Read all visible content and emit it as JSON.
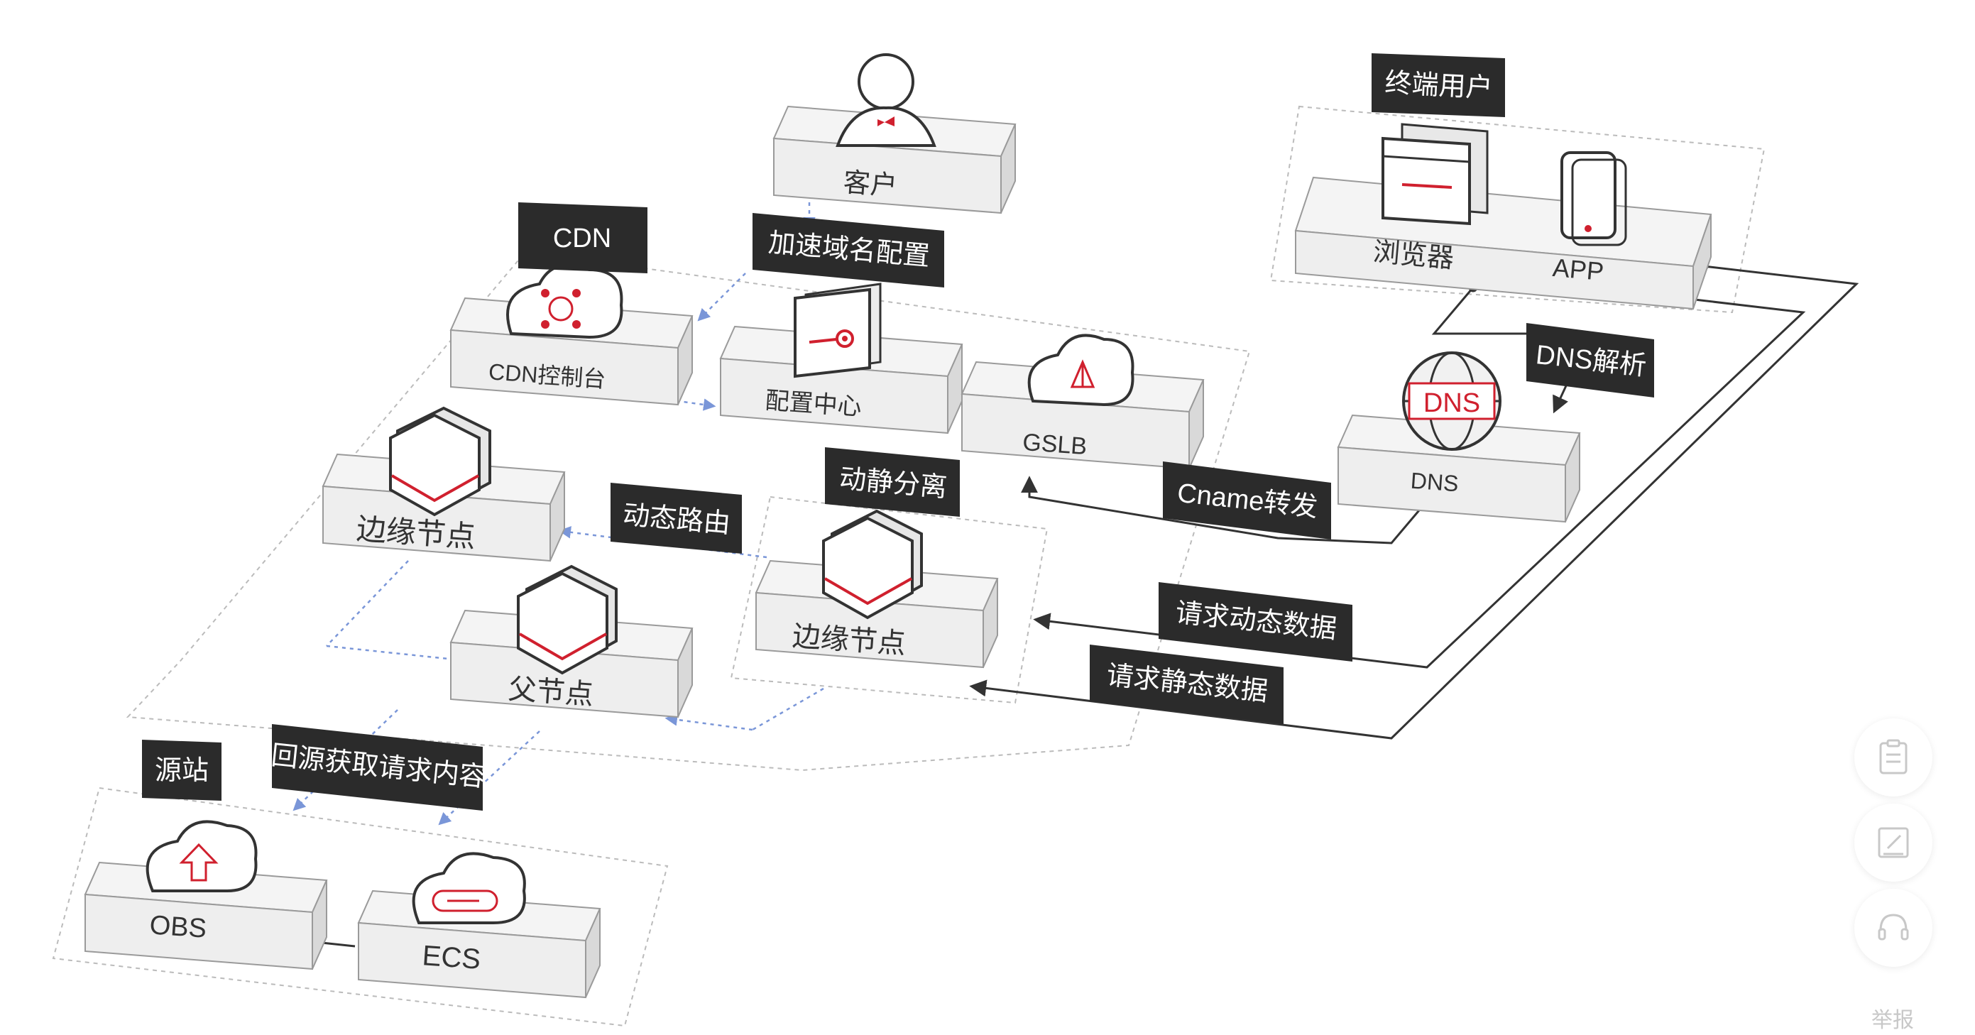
{
  "title_tags": {
    "cdn": "CDN",
    "end_user": "终端用户",
    "origin": "源站"
  },
  "nodes": {
    "customer": "客户",
    "cdn_console": "CDN控制台",
    "config_center": "配置中心",
    "gslb": "GSLB",
    "dns": "DNS",
    "dns_logo": "DNS",
    "browser": "浏览器",
    "app": "APP",
    "edge_node_left": "边缘节点",
    "edge_node_right": "边缘节点",
    "parent_node": "父节点",
    "obs": "OBS",
    "ecs": "ECS"
  },
  "flow_labels": {
    "domain_config": "加速域名配置",
    "dns_resolve": "DNS解析",
    "cname_forward": "Cname转发",
    "dynamic_static_split": "动静分离",
    "dynamic_routing": "动态路由",
    "request_dynamic": "请求动态数据",
    "request_static": "请求静态数据",
    "back_to_origin": "回源获取请求内容"
  },
  "sidebar": {
    "report_label": "举报",
    "icons": [
      "clipboard-icon",
      "edit-icon",
      "headset-icon"
    ]
  },
  "colors": {
    "label_bg": "#2b2b2b",
    "label_text": "#ffffff",
    "accent_red": "#d0202e",
    "dotted_link": "#7a96d8",
    "box_face": "#f2f2f2"
  }
}
